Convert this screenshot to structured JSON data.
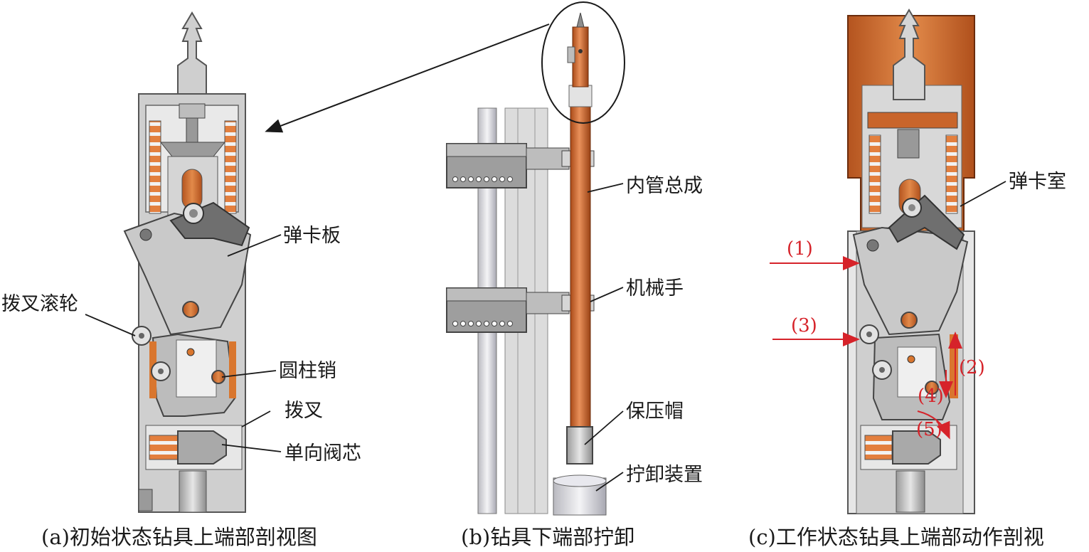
{
  "panel_a": {
    "labels": {
      "latch_plate": "弹卡板",
      "fork_roller": "拨叉滚轮",
      "cylinder_pin": "圆柱销",
      "fork": "拨叉",
      "check_valve_core": "单向阀芯"
    },
    "caption": "(a)初始状态钻具上端部剖视图"
  },
  "panel_b": {
    "labels": {
      "inner_tube_assembly": "内管总成",
      "manipulator": "机械手",
      "pressure_cap": "保压帽",
      "unscrew_device": "拧卸装置"
    },
    "caption": "(b)钻具下端部拧卸"
  },
  "panel_c": {
    "labels": {
      "latch_chamber": "弹卡室"
    },
    "steps": [
      "(1)",
      "(2)",
      "(3)",
      "(4)",
      "(5)"
    ],
    "caption": "(c)工作状态钻具上端部动作剖视"
  },
  "colors": {
    "metal_gray": "#c8c8c8",
    "dark_gray": "#6f6f6f",
    "orange": "#d9762e",
    "copper": "#c9622a",
    "annotation_red": "#d6232a"
  }
}
